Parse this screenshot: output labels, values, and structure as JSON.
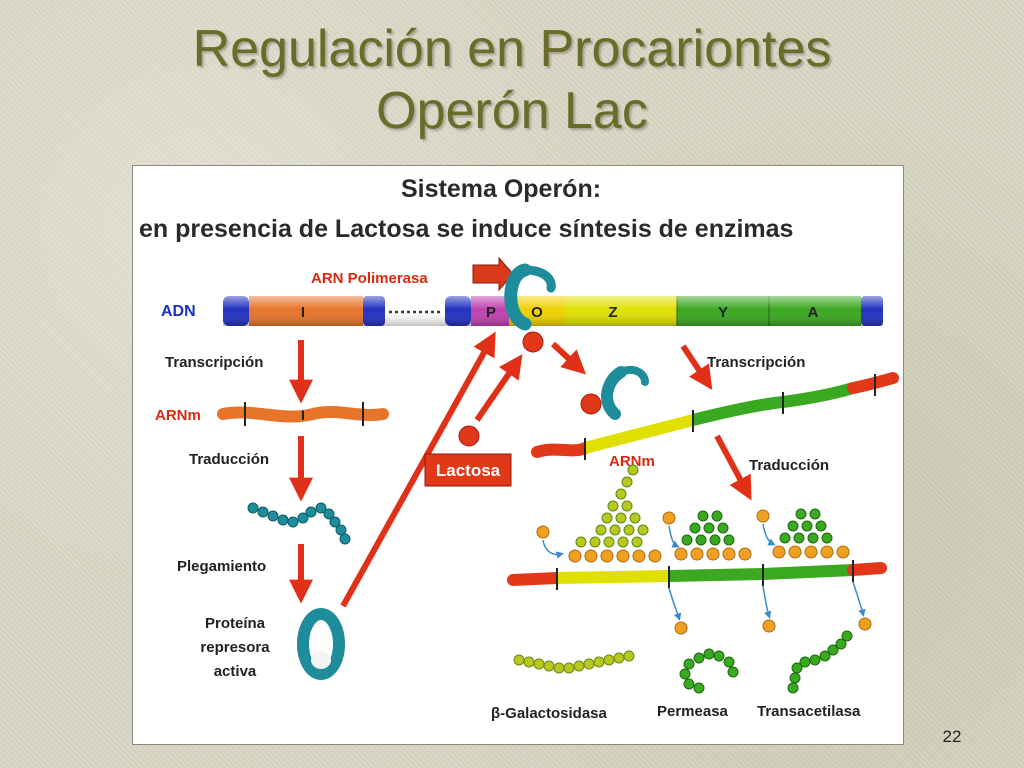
{
  "slide": {
    "title_line1": "Regulación en Procariontes",
    "title_line2": "Operón Lac",
    "page_number": "22"
  },
  "diagram": {
    "heading_line1": "Sistema Operón:",
    "heading_line2": "en presencia de Lactosa se induce síntesis de enzimas",
    "rna_polymerase_label": "ARN Polimerasa",
    "dna_label": "ADN",
    "gene_segments": {
      "i": "I",
      "p": "P",
      "o": "O",
      "z": "Z",
      "y": "Y",
      "a": "A"
    },
    "left_pathway": {
      "transcription": "Transcripción",
      "mrna": "ARNm",
      "mrna_segment": "I",
      "translation": "Traducción",
      "folding": "Plegamiento",
      "repressor_line1": "Proteína",
      "repressor_line2": "represora",
      "repressor_line3": "activa"
    },
    "lactose_label": "Lactosa",
    "right_pathway": {
      "transcription": "Transcripción",
      "mrna": "ARNm",
      "translation": "Traducción"
    },
    "products": {
      "galactosidase": "β-Galactosidasa",
      "permease": "Permeasa",
      "transacetylase": "Transacetilasa"
    },
    "colors": {
      "title": "#6b6b2a",
      "gene_i": "#e8742a",
      "promoter": "#c040b0",
      "operator": "#f0d000",
      "gene_z": "#e0e000",
      "gene_ya": "#3aa820",
      "dna_end": "#2030c0",
      "arrow": "#e03018",
      "repressor": "#1e8c9a",
      "lactose": "#e03818",
      "label_red": "#d82a10"
    }
  }
}
